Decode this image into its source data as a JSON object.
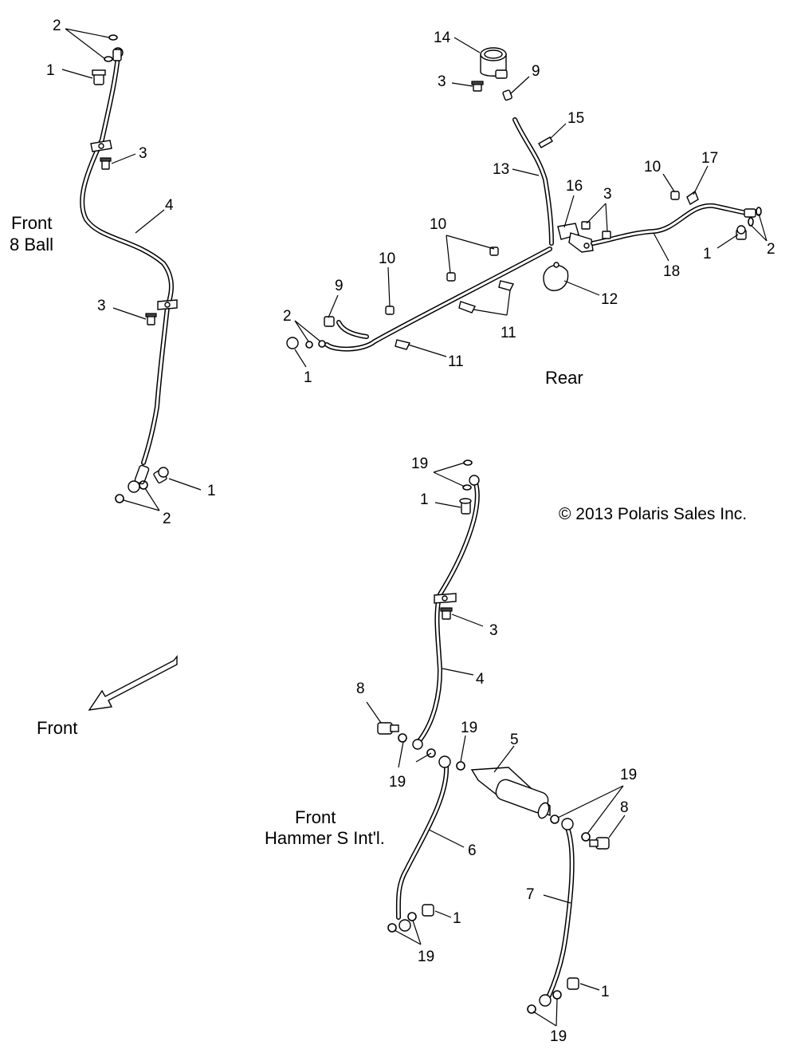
{
  "sections": {
    "front_8ball": {
      "line1": "Front",
      "line2": "8 Ball"
    },
    "rear": "Rear",
    "front_hammer": {
      "line1": "Front",
      "line2": "Hammer S Int'l."
    },
    "direction": "Front"
  },
  "copyright": "© 2013 Polaris Sales Inc.",
  "callouts": {
    "f8": [
      "2",
      "1",
      "3",
      "4",
      "3",
      "1",
      "2"
    ],
    "rear": [
      "14",
      "3",
      "9",
      "15",
      "13",
      "16",
      "3",
      "10",
      "17",
      "1",
      "2",
      "18",
      "10",
      "10",
      "9",
      "2",
      "1",
      "11",
      "11",
      "12"
    ],
    "fh": [
      "19",
      "1",
      "3",
      "4",
      "8",
      "19",
      "19",
      "5",
      "19",
      "8",
      "6",
      "7",
      "1",
      "19",
      "1",
      "19"
    ]
  }
}
